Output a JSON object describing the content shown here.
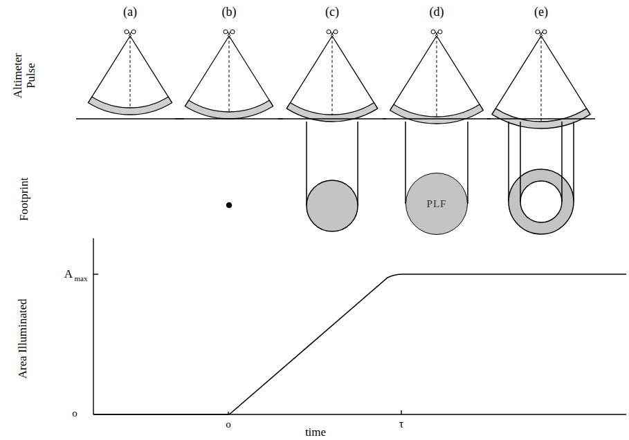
{
  "diagram": {
    "nodes": [
      {
        "text": [
          "PLF"
        ]
      }
    ],
    "labels": [
      "(a)",
      "(b)",
      "(c)",
      "(d)",
      "(e)",
      "Altimeter Pulse",
      "Footprint",
      "Area Illuminated",
      "A",
      "max",
      "o",
      "o",
      "time",
      "τ"
    ]
  }
}
